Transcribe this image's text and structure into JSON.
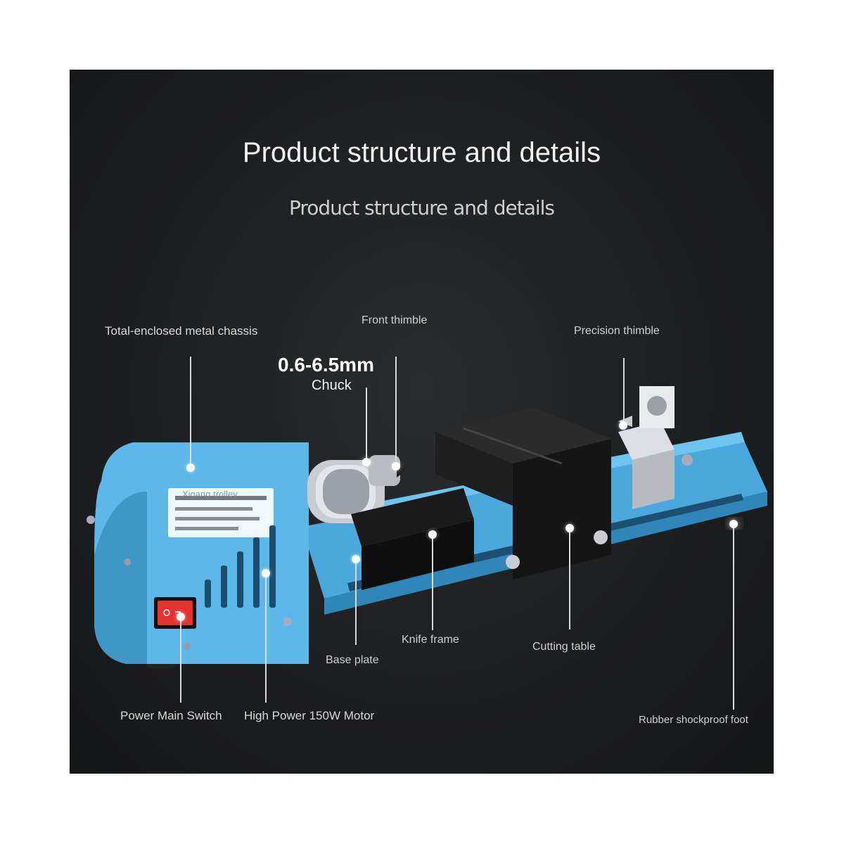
{
  "header": {
    "title": "Product structure and details",
    "subtitle": "Product structure and details"
  },
  "labels": {
    "chassis": "Total-enclosed metal chassis",
    "front_thimble": "Front thimble",
    "chuck_size": "0.6-6.5mm",
    "chuck": "Chuck",
    "precision_thimble": "Precision thimble",
    "knife_frame": "Knife frame",
    "cutting_table": "Cutting table",
    "base_plate": "Base plate",
    "power_switch": "Power Main Switch",
    "motor": "High Power 150W Motor",
    "rubber_foot": "Rubber shockproof foot"
  },
  "machine": {
    "watermark": "Xigang trolley",
    "colors": {
      "body_blue": "#5bb8e8",
      "body_shadow": "#3f97c8",
      "switch_red": "#e5322d",
      "steel": "#c9ccd0",
      "black_part": "#151515"
    }
  }
}
